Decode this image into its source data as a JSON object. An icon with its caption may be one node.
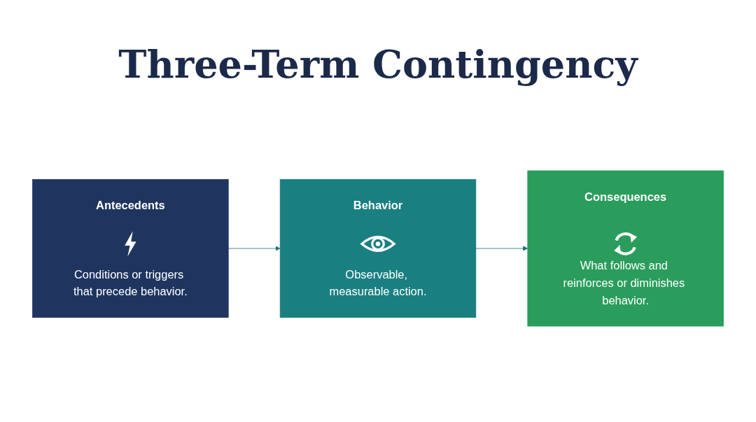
{
  "diagram": {
    "title": "Three-Term Contingency",
    "nodes": [
      {
        "text": [
          "Antecedents",
          "Conditions or triggers that precede behavior."
        ]
      },
      {
        "text": [
          "Behavior",
          "Observable, measurable action."
        ]
      },
      {
        "text": [
          "Consequences",
          "What follows and reinforces or diminishes behavior."
        ]
      }
    ],
    "edges": [
      {
        "from": 0,
        "to": 1,
        "arrow": "to"
      },
      {
        "from": 1,
        "to": 2,
        "arrow": "to"
      }
    ]
  }
}
